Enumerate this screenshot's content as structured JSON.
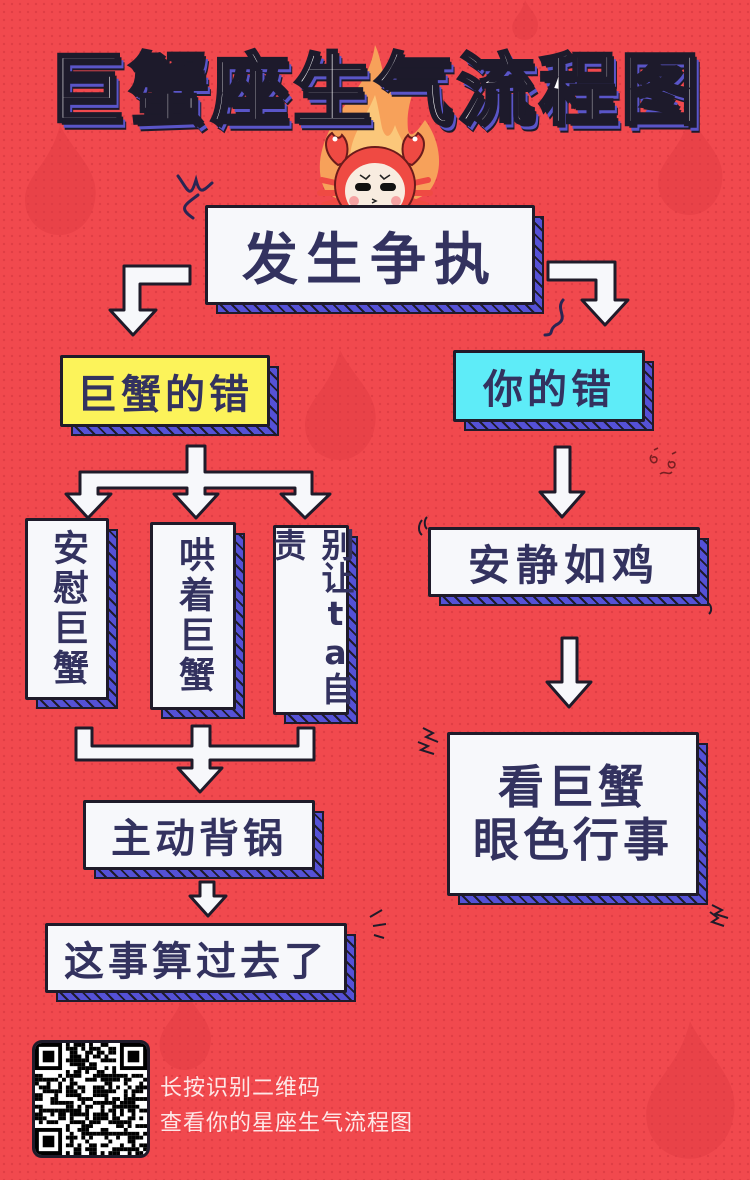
{
  "title": "巨蟹座生气流程图",
  "start_node": {
    "label": "发生争执"
  },
  "branches": {
    "left": {
      "label": "巨蟹的错",
      "color": "#fcf35a"
    },
    "right": {
      "label": "你的错",
      "color": "#5eecf8"
    }
  },
  "left_options": [
    {
      "label": "安慰巨蟹"
    },
    {
      "label": "哄着巨蟹"
    },
    {
      "label": "别让ta自责"
    }
  ],
  "left_steps": [
    {
      "label": "主动背锅"
    },
    {
      "label": "这事算过去了"
    }
  ],
  "right_steps": [
    {
      "label": "安静如鸡"
    },
    {
      "label": "看巨蟹",
      "label2": "眼色行事"
    }
  ],
  "footer": {
    "line1": "长按识别二维码",
    "line2": "查看你的星座生气流程图",
    "qr_icon": "qr-code-icon"
  },
  "colors": {
    "background": "#f1494e",
    "box_fill": "#f7f8fb",
    "text_navy": "#33325f",
    "shadow_stripe": "#5551d6",
    "outline": "#1f1b2a"
  }
}
